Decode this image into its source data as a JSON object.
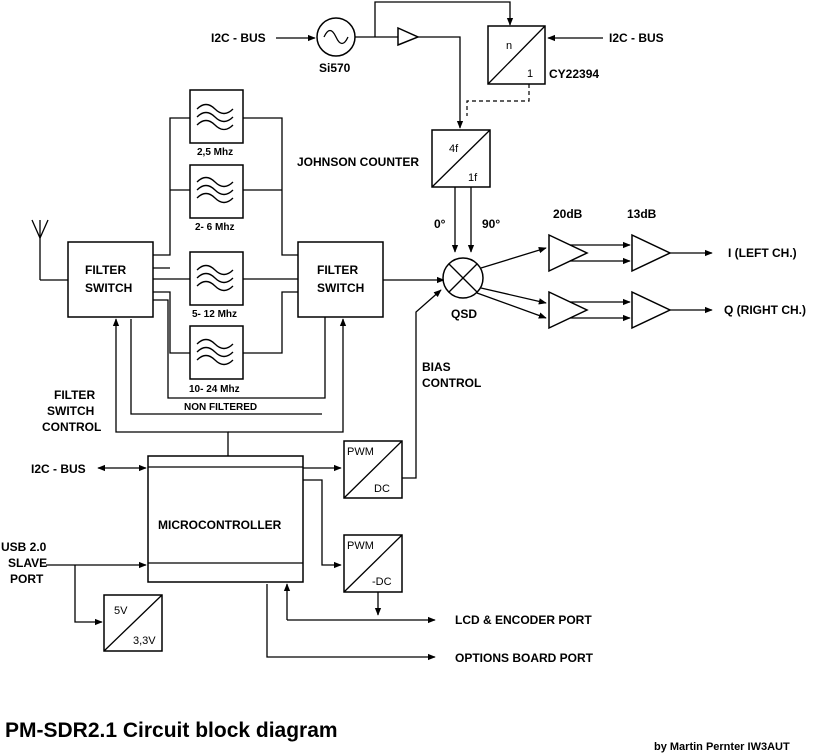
{
  "labels": {
    "i2c_bus_top_left": "I2C - BUS",
    "i2c_bus_top_right": "I2C - BUS",
    "i2c_bus_mcu": "I2C - BUS",
    "si570": "Si570",
    "cy22394": "CY22394",
    "divider_n": "n",
    "divider_1": "1",
    "johnson_counter": "JOHNSON COUNTER",
    "johnson_4f": "4f",
    "johnson_1f": "1f",
    "phase_0": "0°",
    "phase_90": "90°",
    "filter_switch_line1": "FILTER",
    "filter_switch_line2": "SWITCH",
    "filter_1": "2,5 Mhz",
    "filter_2": "2- 6 Mhz",
    "filter_3": "5- 12 Mhz",
    "filter_4": "10- 24 Mhz",
    "non_filtered": "NON FILTERED",
    "filter_switch_control_1": "FILTER",
    "filter_switch_control_2": "SWITCH",
    "filter_switch_control_3": "CONTROL",
    "qsd": "QSD",
    "gain_20db": "20dB",
    "gain_13db": "13dB",
    "out_i": "I (LEFT CH.)",
    "out_q": "Q (RIGHT CH.)",
    "bias_control_1": "BIAS",
    "bias_control_2": "CONTROL",
    "pwm_1_top": "PWM",
    "pwm_1_bottom": "DC",
    "pwm_2_top": "PWM",
    "pwm_2_bottom": "-DC",
    "microcontroller": "MICROCONTROLLER",
    "usb_1": "USB 2.0",
    "usb_2": "SLAVE",
    "usb_3": "PORT",
    "reg_5v": "5V",
    "reg_33v": "3,3V",
    "lcd_port": "LCD & ENCODER PORT",
    "options_port": "OPTIONS BOARD  PORT"
  },
  "title": "PM-SDR2.1 Circuit block diagram",
  "credit": "by Martin Pernter IW3AUT"
}
